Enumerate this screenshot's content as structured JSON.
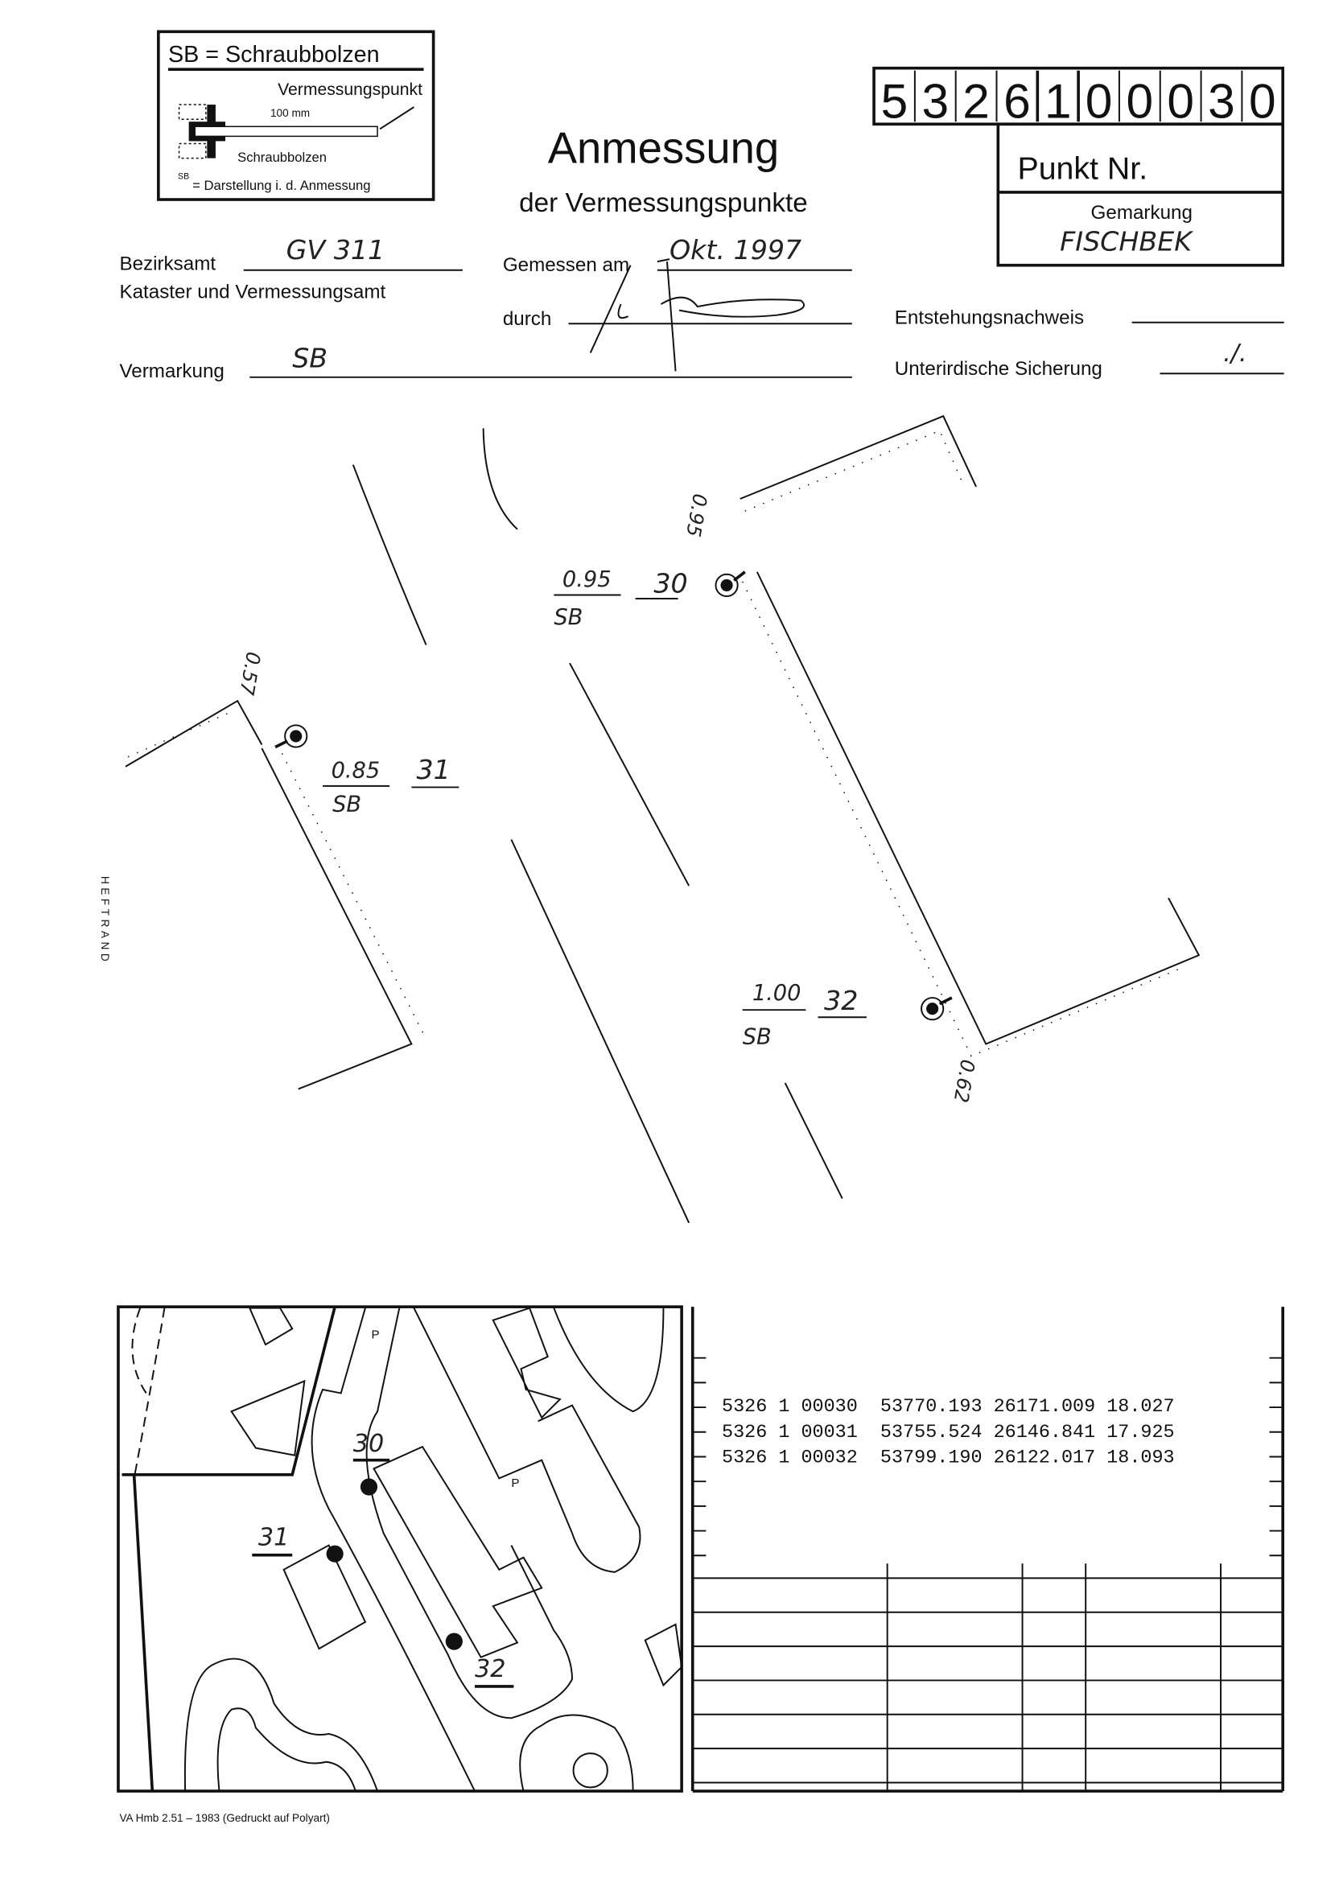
{
  "legend": {
    "title": "SB = Schraubbolzen",
    "point_label": "Vermessungspunkt",
    "length": "100 mm",
    "bolt_label": "Schraubbolzen",
    "symbol_label": "SB",
    "symbol_desc": "= Darstellung i. d. Anmessung"
  },
  "title": {
    "main": "Anmessung",
    "sub": "der Vermessungspunkte"
  },
  "point_number": {
    "digits": [
      "5",
      "3",
      "2",
      "6",
      "1",
      "0",
      "0",
      "0",
      "3",
      "0"
    ],
    "label": "Punkt Nr.",
    "gemarkung_label": "Gemarkung",
    "gemarkung_value": "FISCHBEK"
  },
  "form": {
    "bezirksamt_label": "Bezirksamt",
    "bezirksamt_value": "GV 311",
    "kataster_label": "Kataster und Vermessungsamt",
    "gemessen_label": "Gemessen am",
    "gemessen_value": "Okt. 1997",
    "durch_label": "durch",
    "vermarkung_label": "Vermarkung",
    "vermarkung_value": "SB",
    "entstehung_label": "Entstehungsnachweis",
    "sicherung_label": "Unterirdische Sicherung",
    "sicherung_value": "./."
  },
  "sketch": {
    "points": [
      {
        "nr": "30",
        "depth": "0.95",
        "mark": "SB",
        "offset": "0.95"
      },
      {
        "nr": "31",
        "depth": "0.85",
        "mark": "SB",
        "offset": "0.57"
      },
      {
        "nr": "32",
        "depth": "1.00",
        "mark": "SB",
        "offset": "0.62"
      }
    ],
    "margin_label": "HEFTRAND"
  },
  "map": {
    "labels": [
      "30",
      "31",
      "32",
      "P",
      "P"
    ]
  },
  "coordinates": [
    "5326 1 00030  53770.193 26171.009 18.027",
    "5326 1 00031  53755.524 26146.841 17.925",
    "5326 1 00032  53799.190 26122.017 18.093"
  ],
  "footer": "VA Hmb 2.51 – 1983 (Gedruckt auf Polyart)"
}
